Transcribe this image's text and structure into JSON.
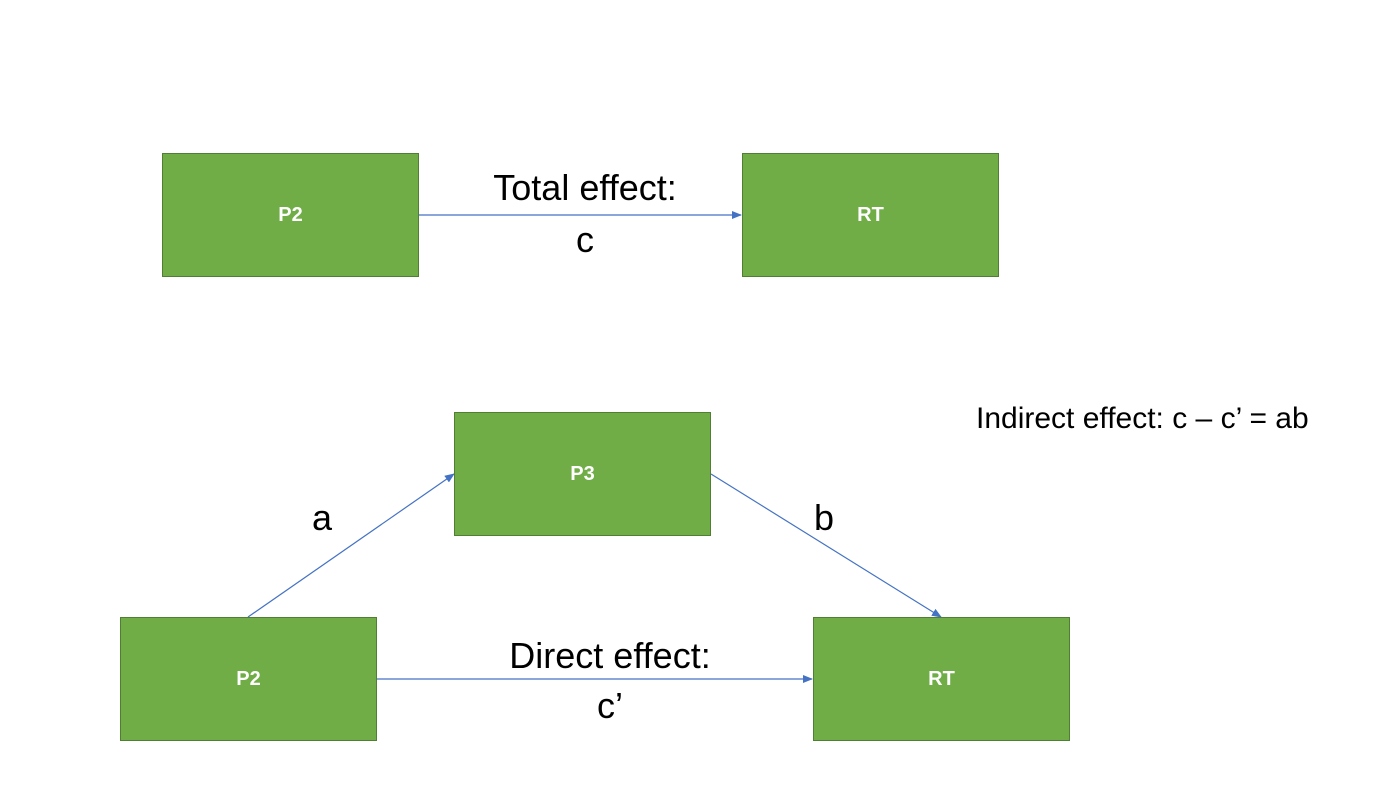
{
  "colors": {
    "node_fill": "#70ad47",
    "node_border": "#507e32",
    "arrow": "#4472c4",
    "text": "#000000"
  },
  "total_model": {
    "source_node": "P2",
    "target_node": "RT",
    "label_line1": "Total effect:",
    "label_line2": "c"
  },
  "mediation_model": {
    "predictor_node": "P2",
    "mediator_node": "P3",
    "outcome_node": "RT",
    "path_a": "a",
    "path_b": "b",
    "direct_label_line1": "Direct effect:",
    "direct_label_line2": "c’",
    "indirect_label": "Indirect effect: c – c’ = ab"
  }
}
